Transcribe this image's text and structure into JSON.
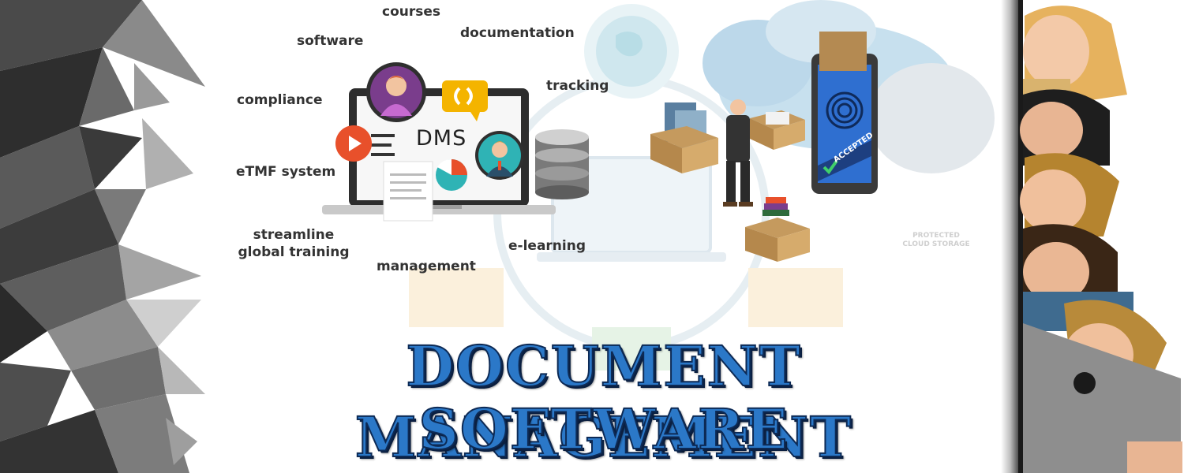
{
  "banner": {
    "title_line1": "Document Management",
    "title_line2": "Software",
    "dms_label": "DMS",
    "cloud_label_line1": "PROTECTED",
    "cloud_label_line2": "CLOUD STORAGE",
    "accepted_label": "ACCEPTED"
  },
  "keywords": {
    "courses": "courses",
    "software": "software",
    "documentation": "documentation",
    "compliance": "compliance",
    "tracking": "tracking",
    "etmf": "eTMF system",
    "streamline_1": "streamline",
    "streamline_2": "global training",
    "elearning": "e-learning",
    "management": "management"
  },
  "colors": {
    "title_blue": "#2b78c8",
    "title_outline": "#0d2a55",
    "play_orange": "#e8502b",
    "chat_yellow": "#f4b400",
    "avatar_purple": "#7b3a8a",
    "avatar_teal": "#2fb3b5",
    "phone_blue": "#2f6fd0"
  },
  "icons": [
    "polygon-art",
    "globe-icon",
    "cloud-icon",
    "laptop-icon",
    "avatar-woman-icon",
    "avatar-man-icon",
    "play-icon",
    "chat-icon",
    "pie-chart-icon",
    "database-icon",
    "businessman-figure",
    "box-icon",
    "phone-fingerprint-icon",
    "people-photo"
  ]
}
